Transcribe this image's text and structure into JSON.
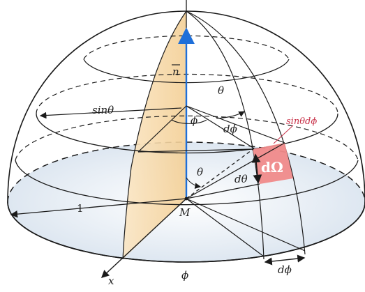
{
  "labels": {
    "n": "n",
    "theta_top": "θ",
    "sin_theta": "sinθ",
    "phi_small": "ϕ",
    "d_phi_top": "dϕ",
    "sin_theta_dphi": "sinθdϕ",
    "d_omega": "dΩ",
    "d_theta": "dθ",
    "theta_mid": "θ",
    "one": "1",
    "m": "M",
    "x": "x",
    "phi_bottom": "ϕ",
    "d_phi_bottom": "dϕ"
  },
  "colors": {
    "outline": "#1a1a1a",
    "normal_vector": "#1e6fd9",
    "plane_fill": "#f6d9a6",
    "area_fill": "#f08a8a",
    "area_label": "#c8334a",
    "base_fill": "#dfe8f2"
  }
}
